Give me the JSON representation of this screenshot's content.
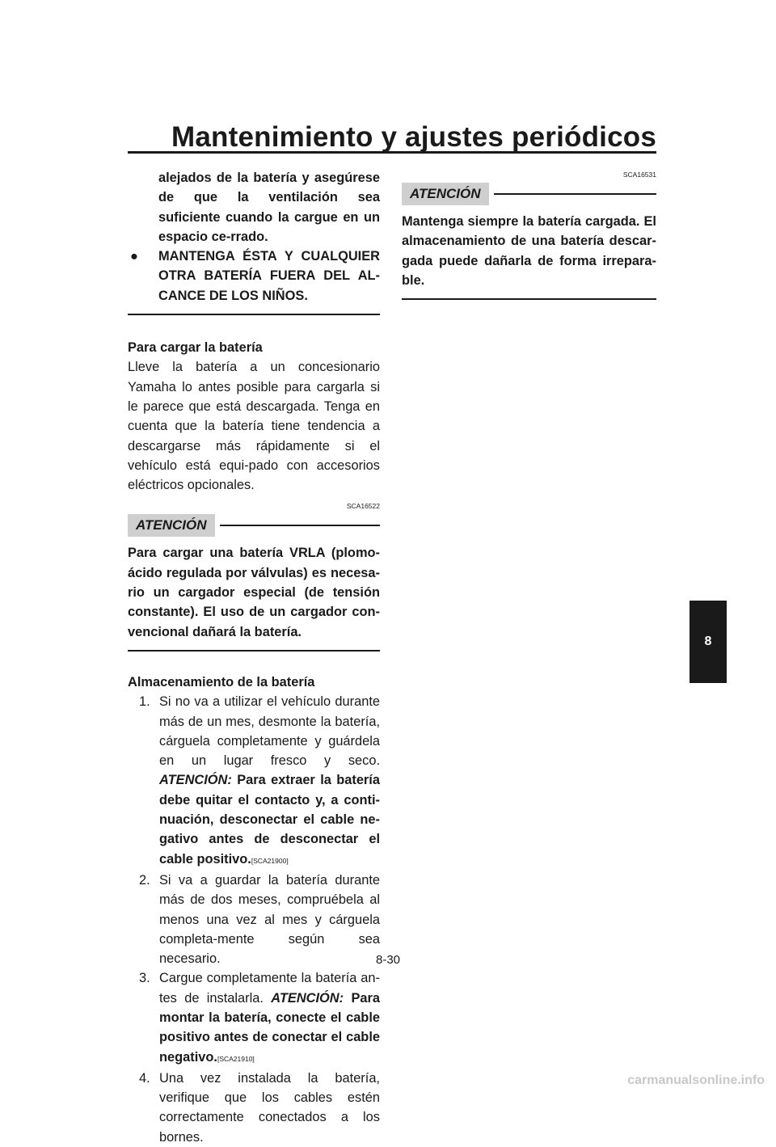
{
  "header": {
    "title": "Mantenimiento y ajustes periódicos"
  },
  "left": {
    "warning_cont": "alejados de la batería y asegúrese de que la ventilación sea suficiente cuando la cargue en un espacio ce-rrado.",
    "bullet_symbol": "●",
    "bullet_text": "MANTENGA ÉSTA Y CUALQUIER OTRA BATERÍA FUERA DEL AL-CANCE DE LOS NIÑOS.",
    "charge_heading": "Para cargar la batería",
    "charge_text": "Lleve la batería a un concesionario Yamaha lo antes posible para cargarla si le parece que está descargada. Tenga en cuenta que la batería tiene tendencia a descargarse más rápidamente si el vehículo está equi-pado con accesorios eléctricos opcionales.",
    "code1": "SCA16522",
    "atencion_label": "ATENCIÓN",
    "atencion1_text": "Para cargar una batería VRLA (plomo-ácido regulada por válvulas) es necesa-rio un cargador especial (de tensión constante). El uso de un cargador con-vencional dañará la batería.",
    "storage_heading": "Almacenamiento de la batería",
    "steps": {
      "s1_num": "1.",
      "s1_text": "Si no va a utilizar el vehículo durante más de un mes, desmonte la batería, cárguela completamente y guárdela en un lugar fresco y seco.",
      "s1_att": "ATENCIÓN:",
      "s1_bold": "Para extraer la batería debe quitar el contacto y, a conti-nuación, desconectar el cable ne-gativo antes de desconectar el cable positivo.",
      "s1_ref": "[SCA21900]",
      "s2_num": "2.",
      "s2_text": "Si va a guardar la batería durante más de dos meses, compruébela al menos una vez al mes y cárguela completa-mente según sea necesario.",
      "s3_num": "3.",
      "s3_text": "Cargue completamente la batería an-tes de instalarla.",
      "s3_att": "ATENCIÓN:",
      "s3_bold": "Para montar la batería, conecte el cable positivo antes de conectar el cable negativo.",
      "s3_ref": "[SCA21910]",
      "s4_num": "4.",
      "s4_text": "Una vez instalada la batería, verifique que los cables estén correctamente conectados a los bornes."
    }
  },
  "right": {
    "code2": "SCA16531",
    "atencion_label": "ATENCIÓN",
    "atencion2_text": "Mantenga siempre la batería cargada. El almacenamiento de una batería descar-gada puede dañarla de forma irrepara-ble."
  },
  "footer": {
    "page_number": "8-30"
  },
  "chapter_tab": {
    "number": "8"
  },
  "watermark": "carmanualsonline.info"
}
